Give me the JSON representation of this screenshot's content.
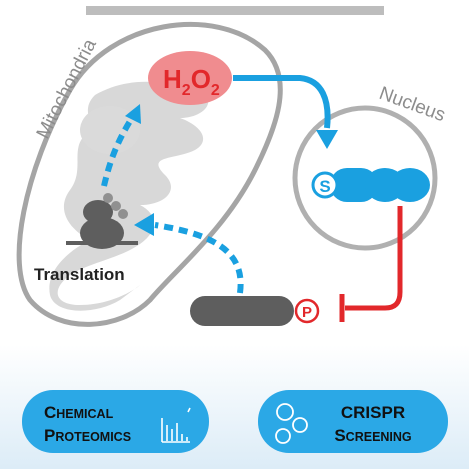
{
  "labels": {
    "mitochondria": "Mitochondria",
    "nucleus": "Nucleus",
    "translation": "Translation",
    "h2o2": {
      "main": "H",
      "sub1": "2",
      "mid": "O",
      "sub2": "2"
    },
    "s_badge": "S",
    "p_badge": "P"
  },
  "pills": {
    "left": {
      "line1": {
        "cap": "C",
        "rest": "HEMICAL"
      },
      "line2": {
        "cap": "P",
        "rest": "ROTEOMICS"
      }
    },
    "right": {
      "line1": "CRISPR",
      "line2": {
        "cap": "S",
        "rest": "CREENING"
      }
    }
  },
  "colors": {
    "outline_gray": "#a3a3a3",
    "fill_gray": "#d7d7d7",
    "dark_gray": "#5e5e5e",
    "blue": "#1aa0e0",
    "red": "#e2282b",
    "pink": "#f08c8f",
    "pill_blue": "#2ba8e6",
    "bottom_band": "#dff0f9"
  },
  "icons": {
    "left_pill": "bar-chart-icon",
    "right_pill": "bubbles-icon",
    "arrow_blue": "arrow-solid-blue",
    "arrow_dashed": "arrow-dashed-blue",
    "inhibit": "inhibit-bar-red"
  }
}
